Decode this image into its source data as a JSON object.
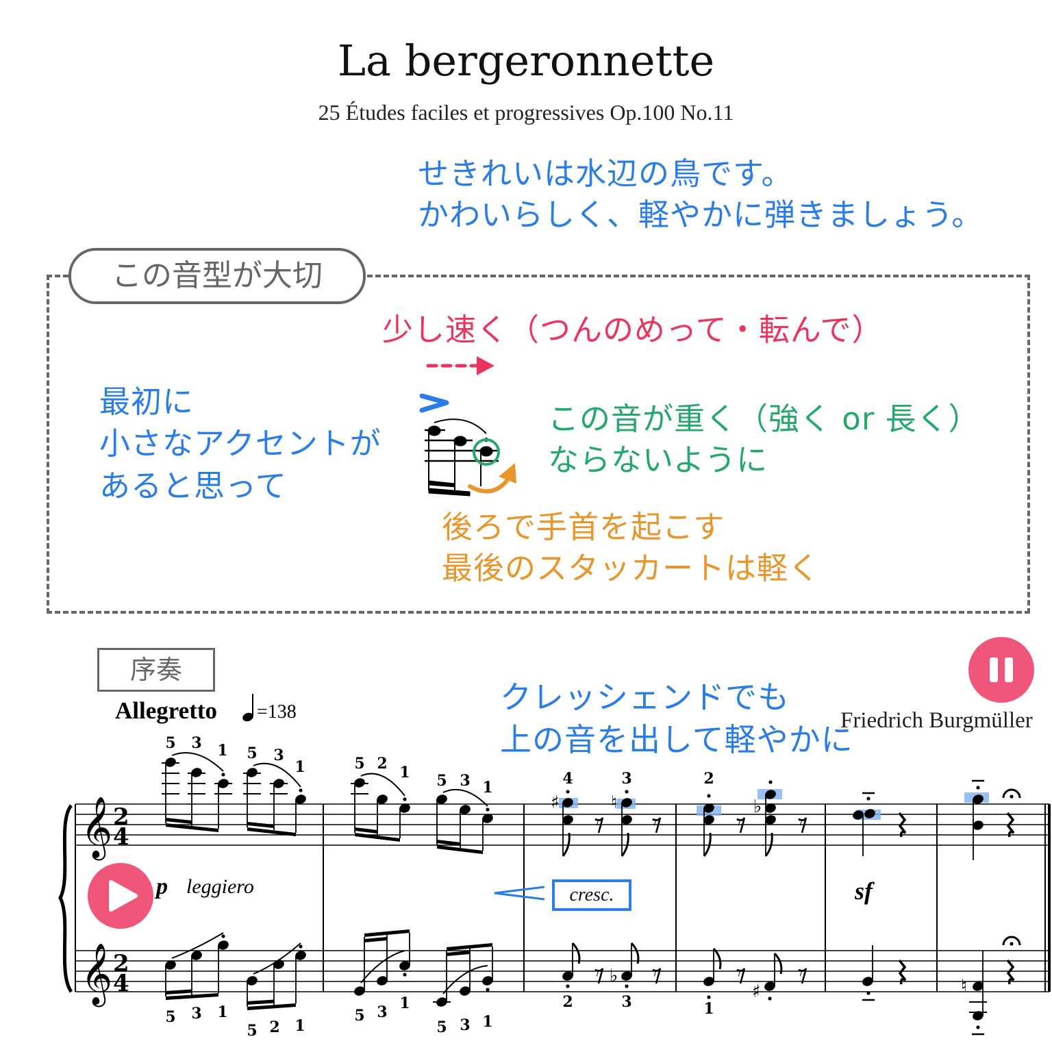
{
  "header": {
    "title": "La bergeronnette",
    "subtitle": "25 Études faciles et progressives Op.100 No.11"
  },
  "intro_note": {
    "line1": "せきれいは水辺の鳥です。",
    "line2": "かわいらしく、軽やかに弾きましょう。"
  },
  "pattern_box": {
    "label": "この音型が大切",
    "tempo_note": "少し速く（つんのめって・転んで）",
    "accent_note": [
      "最初に",
      "小さなアクセントが",
      "あると思って"
    ],
    "weight_note": [
      "この音が重く（強く or 長く）",
      "ならないように"
    ],
    "wrist_note": [
      "後ろで手首を起こす",
      "最後のスタッカートは軽く"
    ]
  },
  "colors": {
    "blue": "#2a7de6",
    "pink": "#e8365f",
    "green": "#25a86b",
    "orange": "#e8962c",
    "button": "#f0557a"
  },
  "score": {
    "section_label": "序奏",
    "tempo_text": "Allegretto",
    "metronome": "=138",
    "composer": "Friedrich Burgmüller",
    "cresc_note": [
      "クレッシェンドでも",
      "上の音を出して軽やかに"
    ],
    "time_signature": {
      "top": "2",
      "bottom": "4"
    },
    "dynamic": "p",
    "expression": "leggiero",
    "cresc": "cresc.",
    "sf": "sf",
    "fingerings_upper": [
      "5",
      "3",
      "1",
      "5",
      "3",
      "1",
      "5",
      "2",
      "1",
      "5",
      "3",
      "1",
      "4",
      "3",
      "2"
    ],
    "fingerings_lower": [
      "5",
      "3",
      "1",
      "5",
      "2",
      "1",
      "5",
      "3",
      "1",
      "5",
      "3",
      "1",
      "2",
      "3",
      "1"
    ],
    "play_button": "play-icon",
    "pause_button": "pause-icon"
  }
}
